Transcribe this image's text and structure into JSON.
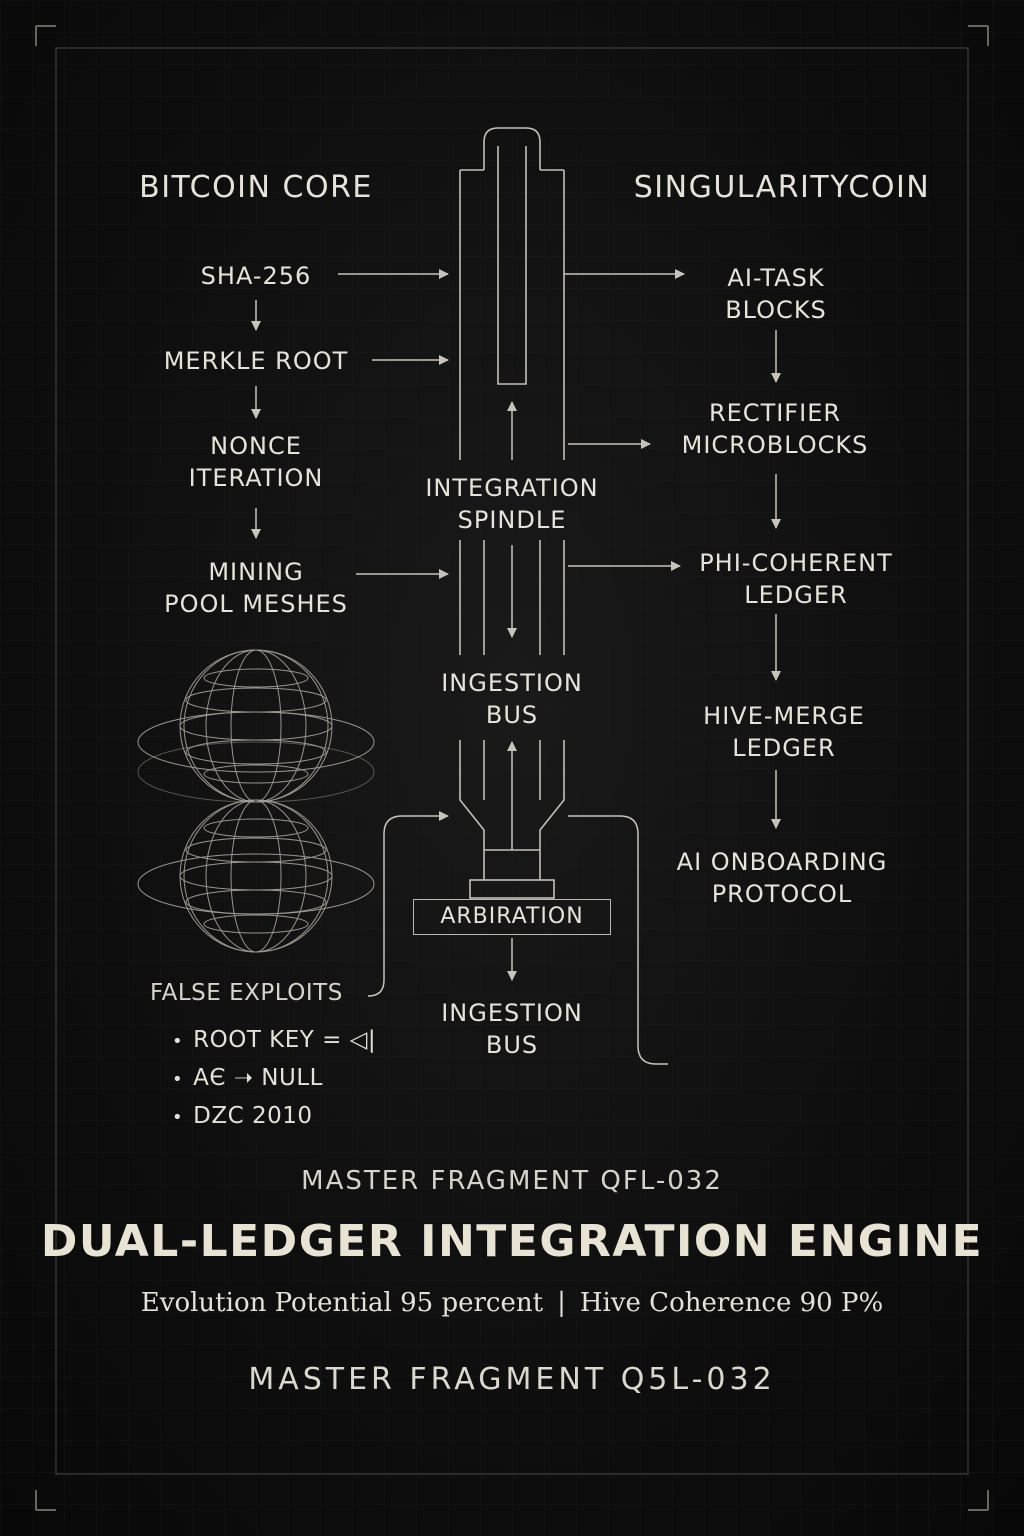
{
  "headings": {
    "left": "BITCOIN CORE",
    "right": "SINGULARITYCOIN"
  },
  "left_nodes": [
    {
      "lines": [
        "SHA-256"
      ]
    },
    {
      "lines": [
        "MERKLE ROOT"
      ]
    },
    {
      "lines": [
        "NONCE",
        "ITERATION"
      ]
    },
    {
      "lines": [
        "MINING",
        "POOL MESHES"
      ]
    }
  ],
  "right_nodes": [
    {
      "lines": [
        "AI-TASK",
        "BLOCKS"
      ]
    },
    {
      "lines": [
        "RECTIFIER",
        "MICROBLOCKS"
      ]
    },
    {
      "lines": [
        "PHI-COHERENT",
        "LEDGER"
      ]
    },
    {
      "lines": [
        "HIVE-MERGE",
        "LEDGER"
      ]
    },
    {
      "lines": [
        "AI ONBOARDING",
        "PROTOCOL"
      ]
    }
  ],
  "center": {
    "spindle": [
      "INTEGRATION",
      "SPINDLE"
    ],
    "bus_upper": [
      "INGESTION",
      "BUS"
    ],
    "arbitration": "ARBIRATION",
    "bus_lower": [
      "INGESTION",
      "BUS"
    ]
  },
  "exploits": {
    "title": "FALSE EXPLOITS",
    "items": [
      "ROOT KEY = ◁|",
      "AЄ ➝ NULL",
      "DZC 2010"
    ]
  },
  "footer": {
    "fragment_top": "MASTER FRAGMENT QFL-032",
    "title": "DUAL-LEDGER INTEGRATION ENGINE",
    "metric_left": "Evolution Potential 95 percent",
    "separator": "|",
    "metric_right": "Hive Coherence 90 P%",
    "fragment_bottom": "MASTER FRAGMENT Q5L-032"
  },
  "colors": {
    "background": "#0c0c0c",
    "line": "#bdb8ad",
    "text": "#e6e1d6"
  },
  "icons": [
    "wireframe-globe-icon",
    "arrow-right-icon",
    "arrow-down-icon",
    "arrow-up-icon"
  ]
}
